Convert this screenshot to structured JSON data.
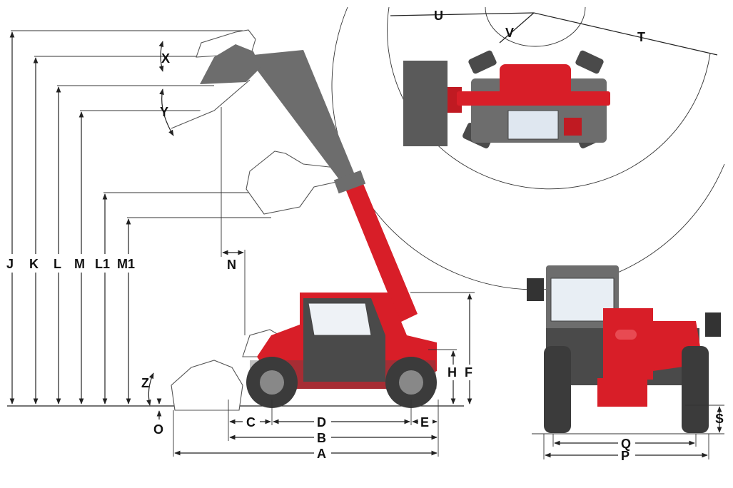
{
  "diagram": {
    "colors": {
      "machine_red": "#d81e28",
      "chassis_grey": "#4a4a4a",
      "line": "#222222"
    },
    "side_view_labels": {
      "J": "J",
      "K": "K",
      "L": "L",
      "M": "M",
      "L1": "L1",
      "M1": "M1",
      "X": "X",
      "Y": "Y",
      "Z": "Z",
      "N": "N",
      "O": "O",
      "A": "A",
      "B": "B",
      "C": "C",
      "D": "D",
      "E": "E",
      "F": "F",
      "H": "H"
    },
    "top_view_labels": {
      "U": "U",
      "V": "V",
      "T": "T"
    },
    "rear_view_labels": {
      "Q": "Q",
      "P": "P",
      "S": "S"
    }
  }
}
